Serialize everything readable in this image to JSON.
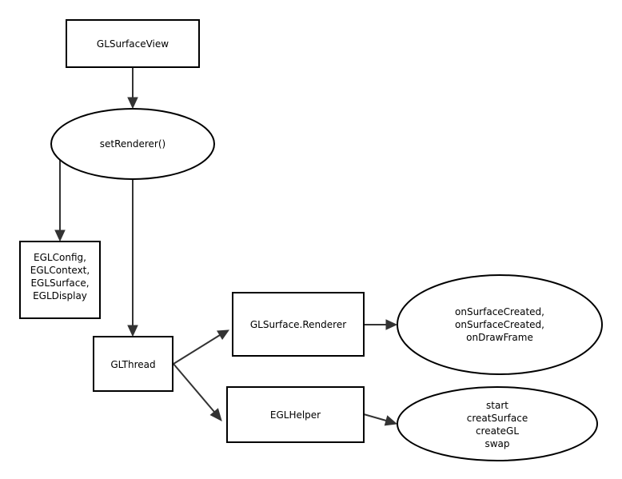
{
  "nodes": {
    "glsurfaceview": {
      "label": "GLSurfaceView"
    },
    "setrenderer": {
      "label": "setRenderer()"
    },
    "egl_objects": {
      "lines": [
        "EGLConfig,",
        "EGLContext,",
        "EGLSurface,",
        "EGLDisplay"
      ]
    },
    "glthread": {
      "label": "GLThread"
    },
    "renderer": {
      "label": "GLSurface.Renderer"
    },
    "renderer_callbacks": {
      "lines": [
        "onSurfaceCreated,",
        "onSurfaceCreated,",
        "onDrawFrame"
      ]
    },
    "eglhelper": {
      "label": "EGLHelper"
    },
    "eglhelper_methods": {
      "lines": [
        "start",
        "creatSurface",
        "createGL",
        "swap"
      ]
    }
  },
  "edges": [
    {
      "from": "GLSurfaceView",
      "to": "setRenderer()"
    },
    {
      "from": "setRenderer()",
      "to": "EGLConfig, EGLContext, EGLSurface, EGLDisplay"
    },
    {
      "from": "setRenderer()",
      "to": "GLThread"
    },
    {
      "from": "GLThread",
      "to": "GLSurface.Renderer"
    },
    {
      "from": "GLThread",
      "to": "EGLHelper"
    },
    {
      "from": "GLSurface.Renderer",
      "to": "onSurfaceCreated, onSurfaceCreated, onDrawFrame"
    },
    {
      "from": "EGLHelper",
      "to": "start creatSurface createGL swap"
    }
  ]
}
